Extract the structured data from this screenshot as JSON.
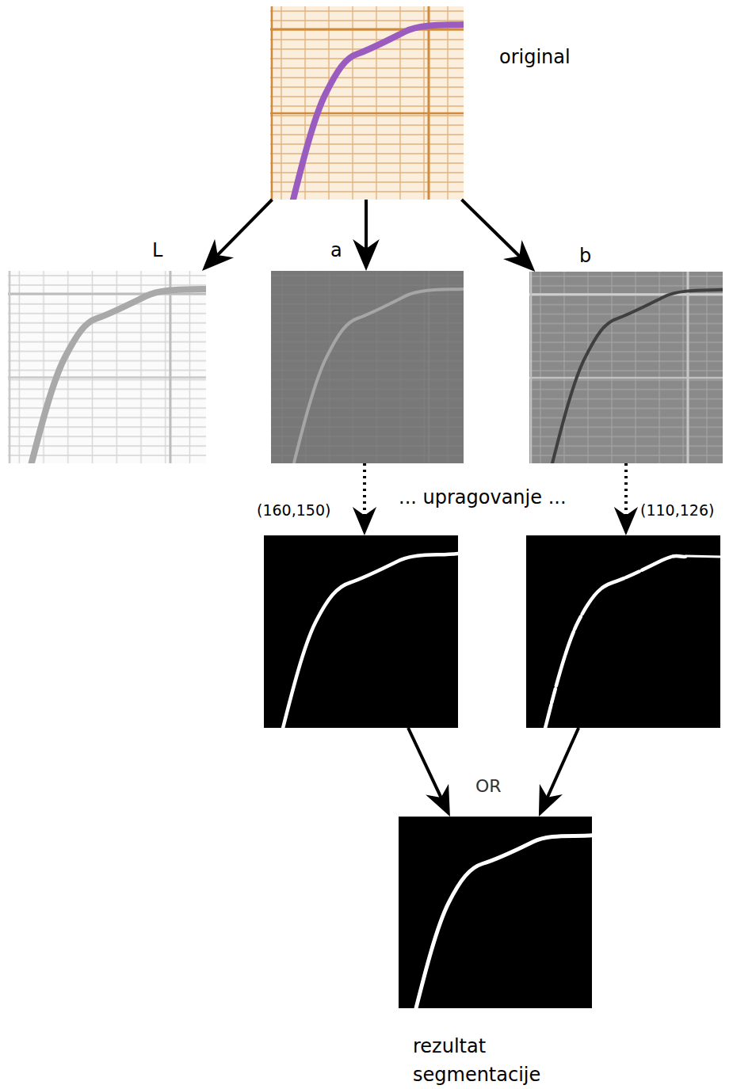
{
  "diagram": {
    "nodes": [
      {
        "text": [
          "original"
        ]
      },
      {
        "text": [
          "L"
        ]
      },
      {
        "text": [
          "a"
        ]
      },
      {
        "text": [
          "b"
        ]
      },
      {
        "text": []
      },
      {
        "text": []
      },
      {
        "text": [
          "rezultat segmentacije"
        ]
      }
    ],
    "edges": [
      {
        "from": 0,
        "to": 1,
        "arrow": "to"
      },
      {
        "from": 0,
        "to": 2,
        "arrow": "to"
      },
      {
        "from": 0,
        "to": 3,
        "arrow": "to"
      },
      {
        "from": 2,
        "to": 4,
        "label": "(160,150)",
        "arrow": "to"
      },
      {
        "from": 3,
        "to": 5,
        "label": "(110,126)",
        "arrow": "to"
      },
      {
        "from": 4,
        "to": 6,
        "arrow": "to"
      },
      {
        "from": 5,
        "to": 6,
        "arrow": "to"
      }
    ],
    "labels": [
      "... upragovanje ...",
      "OR"
    ]
  }
}
